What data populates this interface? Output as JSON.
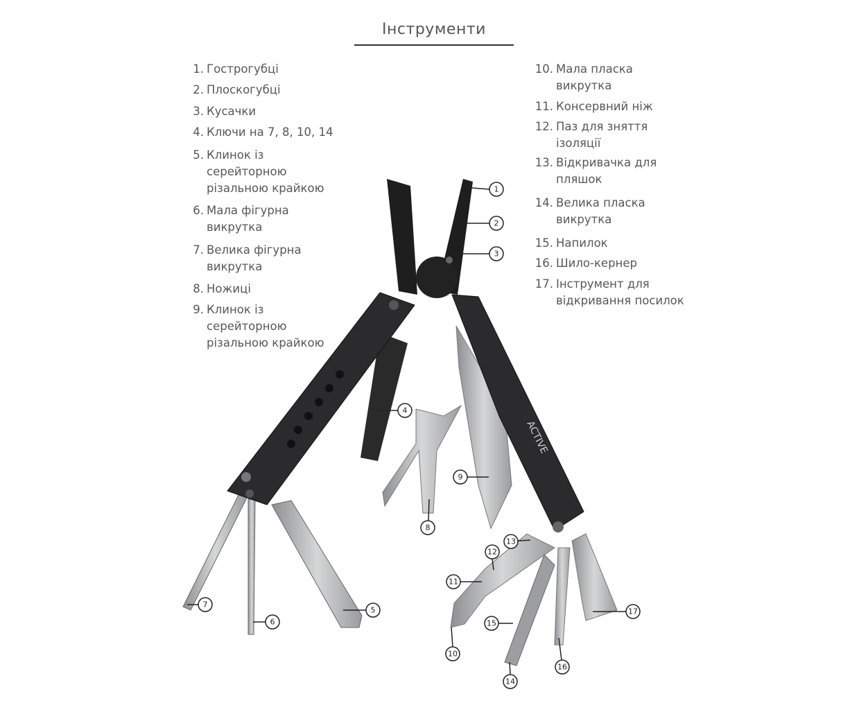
{
  "title": "Інструменти",
  "left_list": [
    {
      "num": "1.",
      "text": "Гострогубці"
    },
    {
      "num": "2.",
      "text": "Плоскогубці"
    },
    {
      "num": "3.",
      "text": "Кусачки"
    },
    {
      "num": "4.",
      "text": "Ключи на 7, 8, 10, 14"
    },
    {
      "num": "5.",
      "text": "Клинок із серейторною різальною крайкою"
    },
    {
      "num": "6.",
      "text": "Мала фігурна викрутка"
    },
    {
      "num": "7.",
      "text": "Велика фігурна викрутка"
    },
    {
      "num": "8.",
      "text": "Ножиці"
    },
    {
      "num": "9.",
      "text": "Клинок із серейторною різальною крайкою"
    }
  ],
  "right_list": [
    {
      "num": "10.",
      "text": "Мала пласка викрутка"
    },
    {
      "num": "11.",
      "text": "Консервний ніж"
    },
    {
      "num": "12.",
      "text": "Паз для зняття ізоляції"
    },
    {
      "num": "13.",
      "text": "Відкривачка для пляшок"
    },
    {
      "num": "14.",
      "text": "Велика пласка викрутка"
    },
    {
      "num": "15.",
      "text": "Напилок"
    },
    {
      "num": "16.",
      "text": "Шило-кернер"
    },
    {
      "num": "17.",
      "text": "Інструмент для відкривання посилок"
    }
  ],
  "brand": "ACTIVE",
  "callouts": [
    "1",
    "2",
    "3",
    "4",
    "5",
    "6",
    "7",
    "8",
    "9",
    "10",
    "11",
    "12",
    "13",
    "14",
    "15",
    "16",
    "17"
  ]
}
